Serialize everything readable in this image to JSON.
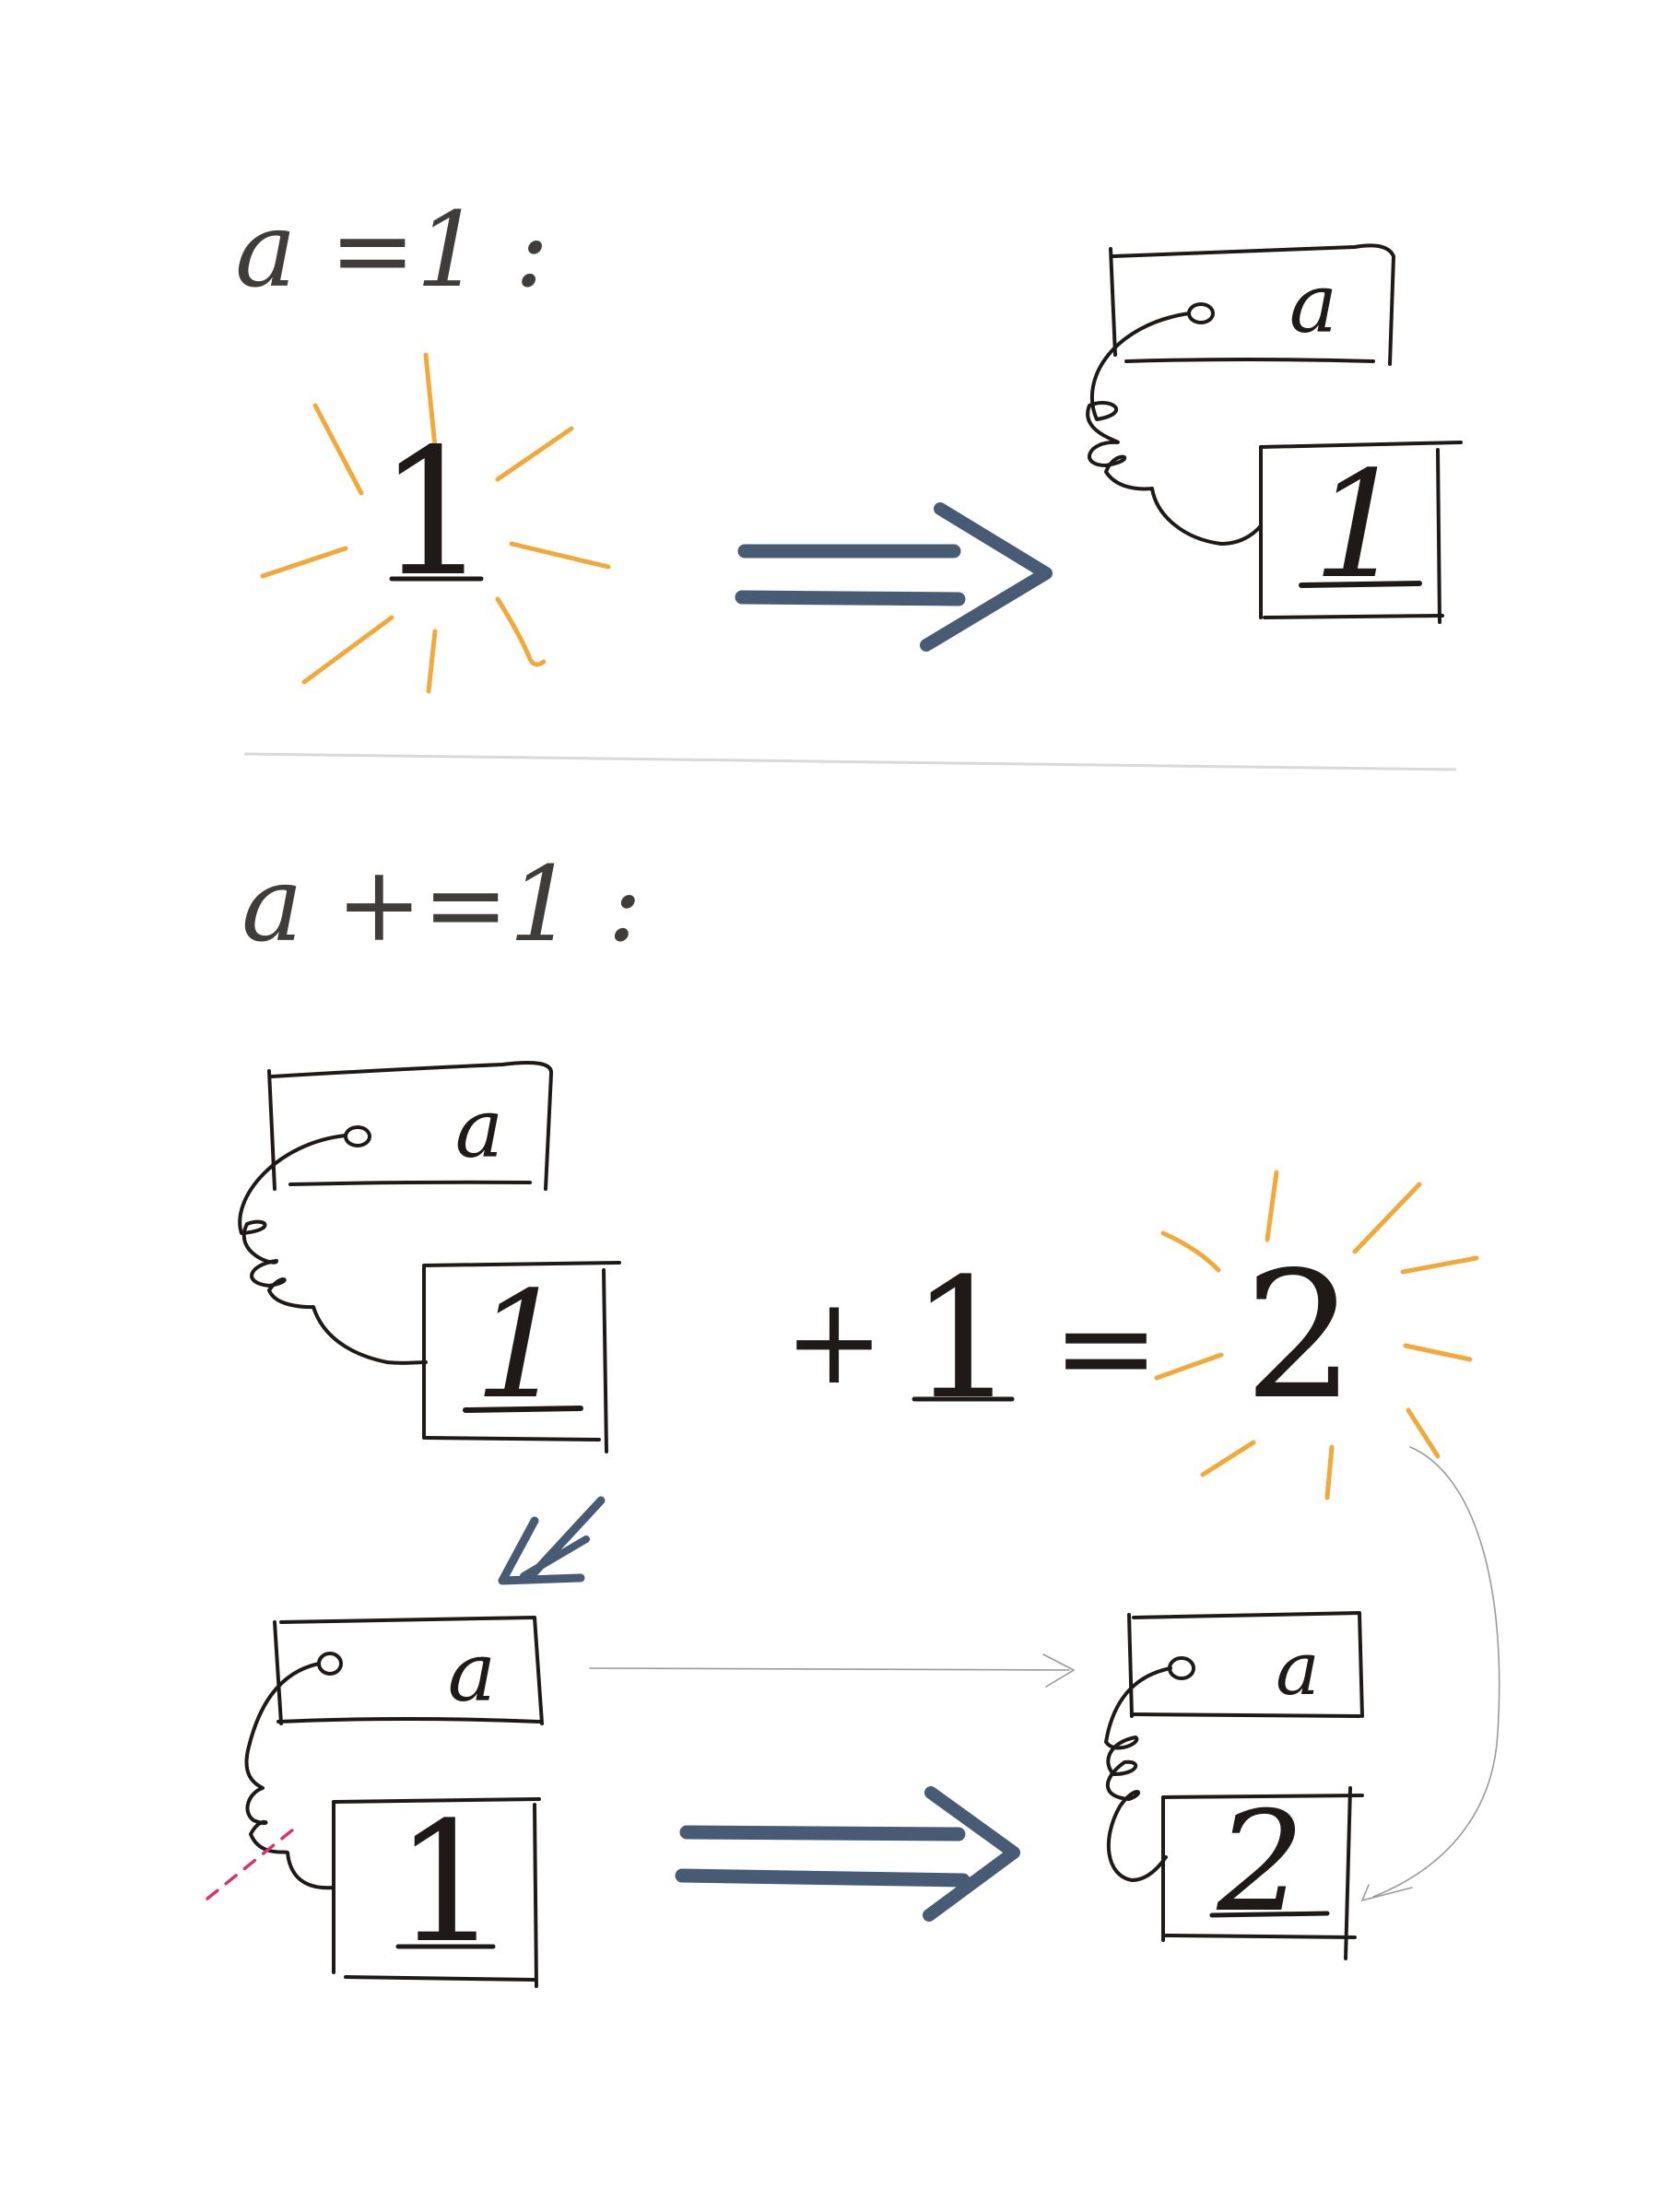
{
  "section1": {
    "heading": "a =1 :",
    "value_literal": "1",
    "result_label": "a",
    "result_value": "1"
  },
  "section2": {
    "heading": "a +=1 :",
    "start_label": "a",
    "start_value": "1",
    "plus": "+",
    "operand": "1",
    "equals": "=",
    "sum": "2",
    "before_label": "a",
    "before_value": "1",
    "after_label": "a",
    "after_value": "2"
  },
  "colors": {
    "ink": "#1f1a17",
    "burst": "#f2a93b",
    "arrow": "#475b75",
    "guide": "#9a9a9a",
    "strike": "#d8346b"
  }
}
